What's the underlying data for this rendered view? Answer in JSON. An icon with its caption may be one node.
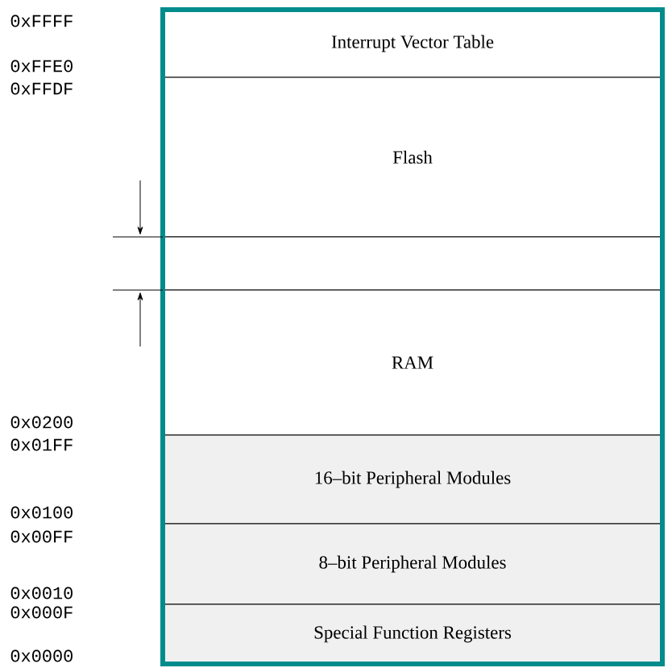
{
  "diagram": {
    "nodes": [
      {
        "text": [
          "Interrupt Vector Table"
        ]
      },
      {
        "text": [
          "Flash"
        ]
      },
      {
        "text": [],
        "shape": "box"
      },
      {
        "text": [
          "RAM"
        ]
      },
      {
        "text": [
          "16–bit Peripheral Modules"
        ]
      },
      {
        "text": [
          "8–bit Peripheral Modules"
        ]
      },
      {
        "text": [
          "Special Function Registers"
        ]
      }
    ],
    "edges": [],
    "labels": [
      "0xFFFF",
      "0xFFE0",
      "0xFFDF",
      "0x0200",
      "0x01FF",
      "0x0100",
      "0x00FF",
      "0x0010",
      "0x000F",
      "0x0000"
    ]
  }
}
